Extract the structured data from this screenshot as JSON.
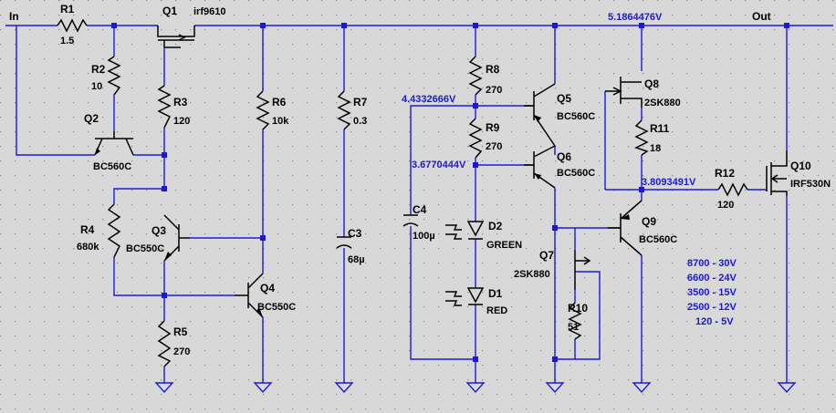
{
  "nets": {
    "in": "In",
    "out": "Out"
  },
  "colors": {
    "wire": "#1a1ad6",
    "component": "#000000",
    "background": "#d8d8d8",
    "grid_dot": "#8a8a8a"
  },
  "components": {
    "R1": {
      "name": "R1",
      "value": "1.5"
    },
    "R2": {
      "name": "R2",
      "value": "10"
    },
    "R3": {
      "name": "R3",
      "value": "120"
    },
    "R4": {
      "name": "R4",
      "value": "680k"
    },
    "R5": {
      "name": "R5",
      "value": "270"
    },
    "R6": {
      "name": "R6",
      "value": "10k"
    },
    "R7": {
      "name": "R7",
      "value": "0.3"
    },
    "R8": {
      "name": "R8",
      "value": "270"
    },
    "R9": {
      "name": "R9",
      "value": "270"
    },
    "R10": {
      "name": "R10",
      "value": "51"
    },
    "R11": {
      "name": "R11",
      "value": "18"
    },
    "R12": {
      "name": "R12",
      "value": "120"
    },
    "C3": {
      "name": "C3",
      "value": "68µ"
    },
    "C4": {
      "name": "C4",
      "value": "100µ"
    },
    "D1": {
      "name": "D1",
      "value": "RED"
    },
    "D2": {
      "name": "D2",
      "value": "GREEN"
    },
    "Q1": {
      "name": "Q1",
      "value": "irf9610"
    },
    "Q2": {
      "name": "Q2",
      "value": "BC560C"
    },
    "Q3": {
      "name": "Q3",
      "value": "BC550C"
    },
    "Q4": {
      "name": "Q4",
      "value": "BC550C"
    },
    "Q5": {
      "name": "Q5",
      "value": "BC560C"
    },
    "Q6": {
      "name": "Q6",
      "value": "BC560C"
    },
    "Q7": {
      "name": "Q7",
      "value": "2SK880"
    },
    "Q8": {
      "name": "Q8",
      "value": "2SK880"
    },
    "Q9": {
      "name": "Q9",
      "value": "BC560C"
    },
    "Q10": {
      "name": "Q10",
      "value": "IRF530N"
    }
  },
  "voltages": {
    "top_rail": "5.1864476V",
    "r8_r9_node": "4.4332666V",
    "r9_d2_node": "3.6770444V",
    "q8_r12_node": "3.8093491V"
  },
  "notes": [
    "8700 - 30V",
    "6600 - 24V",
    "3500 - 15V",
    "2500 - 12V",
    "120 - 5V"
  ]
}
